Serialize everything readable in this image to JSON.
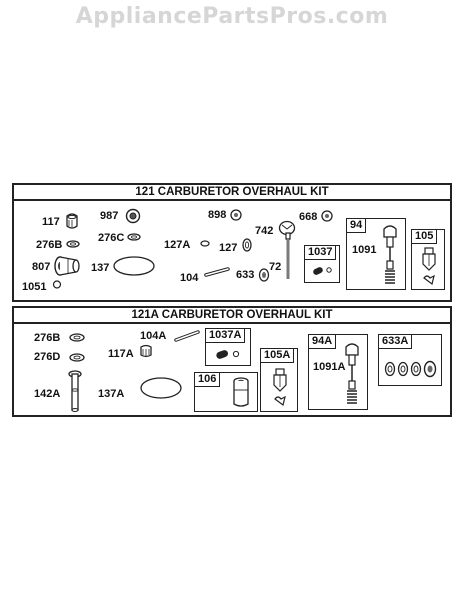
{
  "watermark": "AppliancePartsPros.com",
  "kit1": {
    "title": "121 CARBURETOR OVERHAUL KIT",
    "labels": {
      "p117": "117",
      "p987": "987",
      "p898": "898",
      "p668": "668",
      "p742": "742",
      "p276b": "276B",
      "p276c": "276C",
      "p127a": "127A",
      "p127": "127",
      "p807": "807",
      "p137": "137",
      "p104": "104",
      "p633": "633",
      "p72": "72",
      "p1051": "1051",
      "p1091": "1091"
    },
    "boxes": {
      "b1037": "1037",
      "b94": "94",
      "b105": "105"
    }
  },
  "kit2": {
    "title": "121A CARBURETOR OVERHAUL KIT",
    "labels": {
      "p276b": "276B",
      "p104a": "104A",
      "p276d": "276D",
      "p117a": "117A",
      "p142a": "142A",
      "p137a": "137A",
      "p1091a": "1091A"
    },
    "boxes": {
      "b1037a": "1037A",
      "b106": "106",
      "b105a": "105A",
      "b94a": "94A",
      "b633a": "633A"
    }
  }
}
